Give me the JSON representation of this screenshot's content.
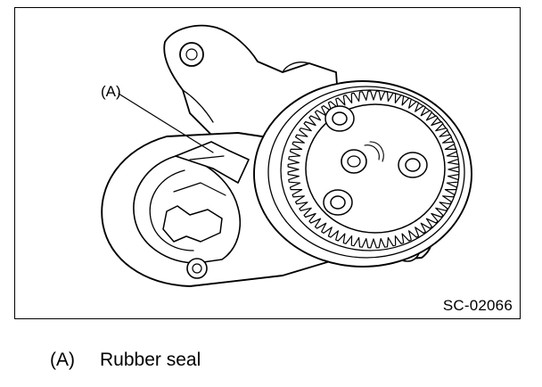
{
  "figure": {
    "callout_label": "(A)",
    "code": "SC-02066"
  },
  "legend": {
    "key": "(A)",
    "text": "Rubber seal"
  },
  "colors": {
    "ink": "#000000",
    "paper": "#ffffff"
  }
}
